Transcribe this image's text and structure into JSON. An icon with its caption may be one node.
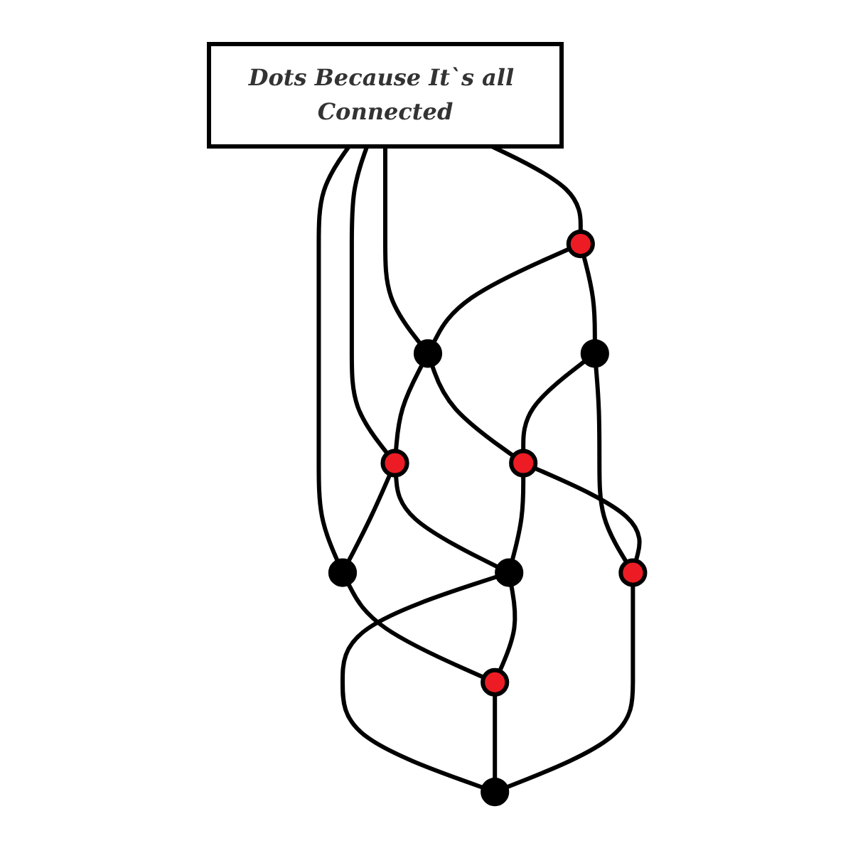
{
  "diagram": {
    "nodes": [
      {
        "text": [
          "Dots Because It`s all Connected"
        ]
      },
      {
        "text": [],
        "shape": "circle"
      },
      {
        "text": [],
        "shape": "circle"
      },
      {
        "text": [],
        "shape": "circle"
      },
      {
        "text": [],
        "shape": "circle"
      },
      {
        "text": [],
        "shape": "circle"
      },
      {
        "text": [],
        "shape": "circle"
      },
      {
        "text": [],
        "shape": "circle"
      },
      {
        "text": [],
        "shape": "circle"
      },
      {
        "text": [],
        "shape": "circle"
      },
      {
        "text": [],
        "shape": "circle"
      }
    ],
    "edges": [
      {
        "from": 0,
        "to": 1,
        "arrow": "none"
      },
      {
        "from": 0,
        "to": 2,
        "arrow": "none"
      },
      {
        "from": 0,
        "to": 3,
        "arrow": "none"
      },
      {
        "from": 0,
        "to": 4,
        "arrow": "none"
      },
      {
        "from": 1,
        "to": 2,
        "arrow": "none"
      },
      {
        "from": 2,
        "to": 3,
        "arrow": "none"
      },
      {
        "from": 3,
        "to": 4,
        "arrow": "none"
      },
      {
        "from": 1,
        "to": 5,
        "arrow": "none"
      },
      {
        "from": 2,
        "to": 6,
        "arrow": "none"
      },
      {
        "from": 3,
        "to": 7,
        "arrow": "none"
      },
      {
        "from": 4,
        "to": 8,
        "arrow": "none"
      },
      {
        "from": 5,
        "to": 6,
        "arrow": "none"
      },
      {
        "from": 6,
        "to": 7,
        "arrow": "none"
      },
      {
        "from": 7,
        "to": 8,
        "arrow": "none"
      },
      {
        "from": 5,
        "to": 9,
        "arrow": "none"
      },
      {
        "from": 6,
        "to": 9,
        "arrow": "none"
      },
      {
        "from": 7,
        "to": 10,
        "arrow": "none"
      },
      {
        "from": 8,
        "to": 10,
        "arrow": "none"
      },
      {
        "from": 9,
        "to": 10,
        "arrow": "none"
      }
    ]
  }
}
